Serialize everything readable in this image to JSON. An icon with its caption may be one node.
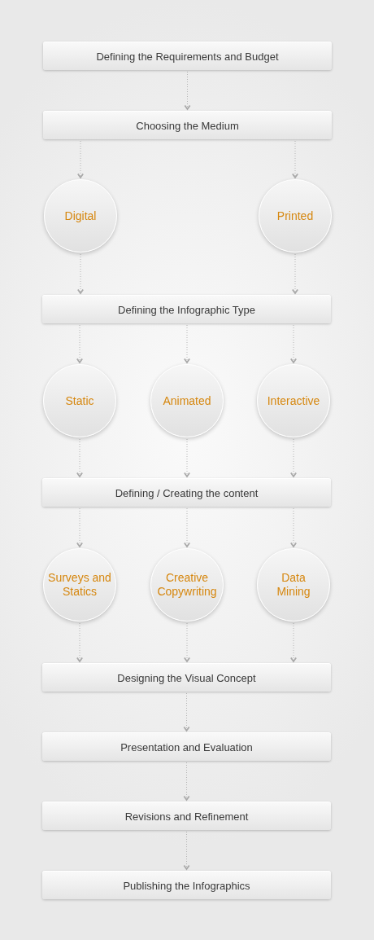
{
  "diagram": {
    "nodes": [
      {
        "text": [
          "Defining the Requirements and Budget"
        ]
      },
      {
        "text": [
          "Choosing the Medium"
        ]
      },
      {
        "text": [
          "Digital"
        ]
      },
      {
        "text": [
          "Printed"
        ]
      },
      {
        "text": [
          "Defining the Infographic Type"
        ]
      },
      {
        "text": [
          "Static"
        ]
      },
      {
        "text": [
          "Animated"
        ]
      },
      {
        "text": [
          "Interactive"
        ]
      },
      {
        "text": [
          "Defining / Creating the content"
        ]
      },
      {
        "text": [
          "Surveys and Statics"
        ]
      },
      {
        "text": [
          "Creative Copywriting"
        ]
      },
      {
        "text": [
          "Data Mining"
        ]
      },
      {
        "text": [
          "Designing the Visual Concept"
        ]
      },
      {
        "text": [
          "Presentation and Evaluation"
        ]
      },
      {
        "text": [
          "Revisions and Refinement"
        ]
      },
      {
        "text": [
          "Publishing the Infographics"
        ]
      }
    ],
    "edges": [
      {
        "from": 0,
        "to": 1,
        "arrow": "to"
      },
      {
        "from": 1,
        "to": 2,
        "arrow": "to"
      },
      {
        "from": 1,
        "to": 3,
        "arrow": "to"
      },
      {
        "from": 2,
        "to": 4,
        "arrow": "to"
      },
      {
        "from": 3,
        "to": 4,
        "arrow": "to"
      },
      {
        "from": 4,
        "to": 5,
        "arrow": "to"
      },
      {
        "from": 4,
        "to": 6,
        "arrow": "to"
      },
      {
        "from": 4,
        "to": 7,
        "arrow": "to"
      },
      {
        "from": 5,
        "to": 8,
        "arrow": "to"
      },
      {
        "from": 6,
        "to": 8,
        "arrow": "to"
      },
      {
        "from": 7,
        "to": 8,
        "arrow": "to"
      },
      {
        "from": 8,
        "to": 9,
        "arrow": "to"
      },
      {
        "from": 8,
        "to": 10,
        "arrow": "to"
      },
      {
        "from": 8,
        "to": 11,
        "arrow": "to"
      },
      {
        "from": 9,
        "to": 12,
        "arrow": "to"
      },
      {
        "from": 10,
        "to": 12,
        "arrow": "to"
      },
      {
        "from": 11,
        "to": 12,
        "arrow": "to"
      },
      {
        "from": 12,
        "to": 13,
        "arrow": "to"
      },
      {
        "from": 13,
        "to": 14,
        "arrow": "to"
      },
      {
        "from": 14,
        "to": 15,
        "arrow": "to"
      }
    ]
  }
}
